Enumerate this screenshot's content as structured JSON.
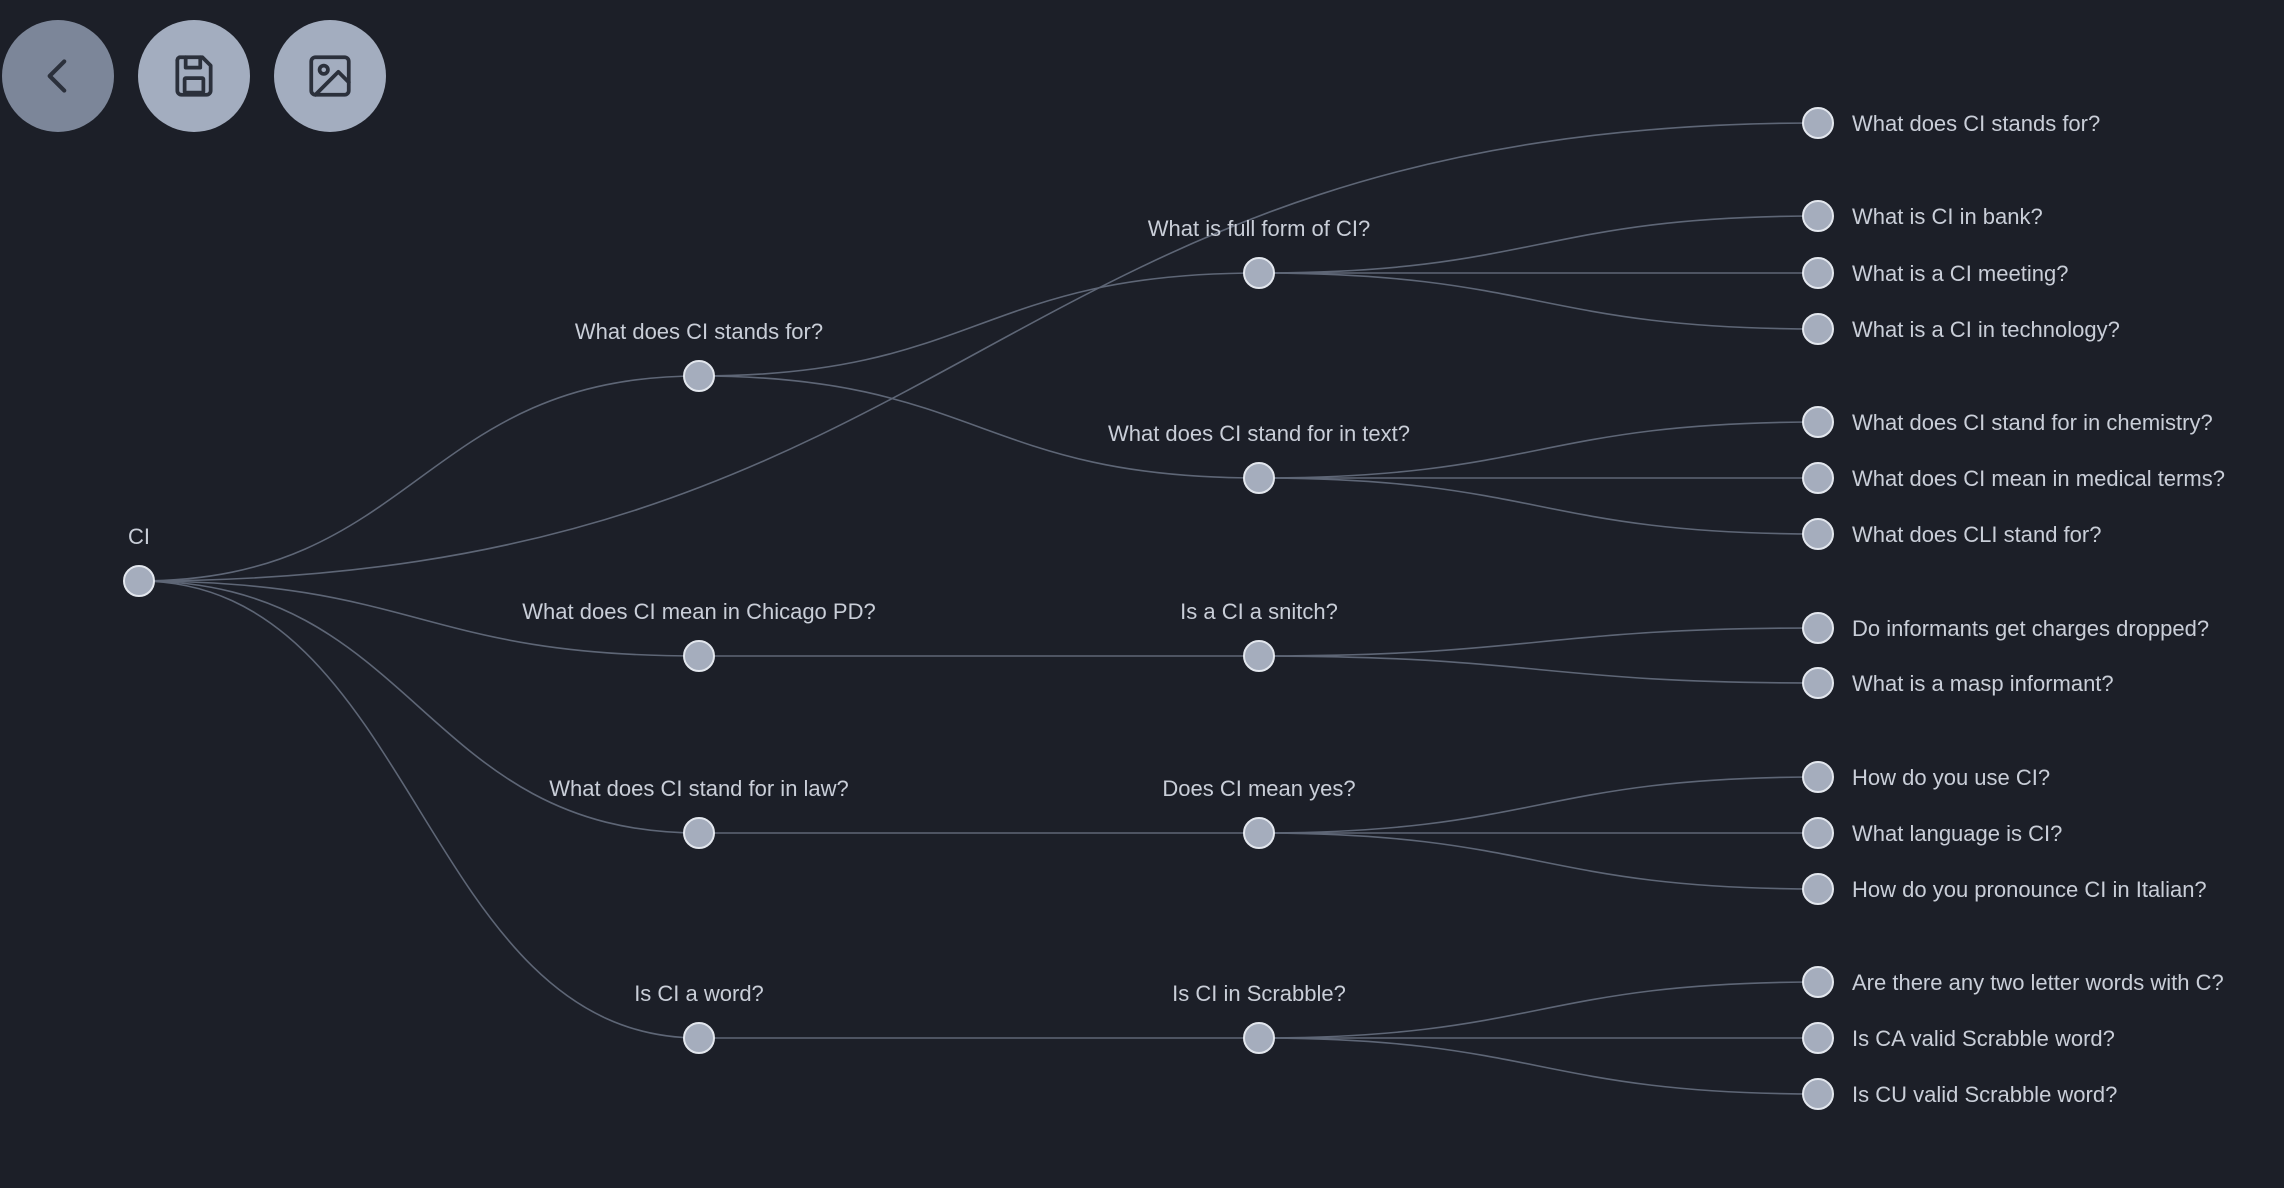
{
  "toolbar": {
    "back_icon": "chevron-left-icon",
    "save_icon": "save-icon",
    "image_icon": "image-icon",
    "accent_color": "#a3adbf"
  },
  "tree": {
    "root": {
      "id": "root",
      "label": "CI",
      "children": [
        {
          "id": "n1",
          "label": "What does CI stands for?",
          "children": [
            {
              "id": "n1a",
              "label": "What is full form of CI?",
              "children": [
                {
                  "id": "n1a1",
                  "label": "What is CI in bank?"
                },
                {
                  "id": "n1a2",
                  "label": "What is a CI meeting?"
                },
                {
                  "id": "n1a3",
                  "label": "What is a CI in technology?"
                }
              ]
            },
            {
              "id": "n1b",
              "label": "What does CI stand for in text?",
              "children": [
                {
                  "id": "n1b1",
                  "label": "What does CI stand for in chemistry?"
                },
                {
                  "id": "n1b2",
                  "label": "What does CI mean in medical terms?"
                },
                {
                  "id": "n1b3",
                  "label": "What does CLI stand for?"
                }
              ]
            }
          ]
        },
        {
          "id": "n0",
          "label": "What does CI stands for?"
        },
        {
          "id": "n2",
          "label": "What does CI mean in Chicago PD?",
          "children": [
            {
              "id": "n2a",
              "label": "Is a CI a snitch?",
              "children": [
                {
                  "id": "n2a1",
                  "label": "Do informants get charges dropped?"
                },
                {
                  "id": "n2a2",
                  "label": "What is a masp informant?"
                }
              ]
            }
          ]
        },
        {
          "id": "n3",
          "label": "What does CI stand for in law?",
          "children": [
            {
              "id": "n3a",
              "label": "Does CI mean yes?",
              "children": [
                {
                  "id": "n3a1",
                  "label": "How do you use CI?"
                },
                {
                  "id": "n3a2",
                  "label": "What language is CI?"
                },
                {
                  "id": "n3a3",
                  "label": "How do you pronounce CI in Italian?"
                }
              ]
            }
          ]
        },
        {
          "id": "n4",
          "label": "Is CI a word?",
          "children": [
            {
              "id": "n4a",
              "label": "Is CI in Scrabble?",
              "children": [
                {
                  "id": "n4a1",
                  "label": "Are there any two letter words with C?"
                },
                {
                  "id": "n4a2",
                  "label": "Is CA valid Scrabble word?"
                },
                {
                  "id": "n4a3",
                  "label": "Is CU valid Scrabble word?"
                }
              ]
            }
          ]
        }
      ]
    }
  }
}
